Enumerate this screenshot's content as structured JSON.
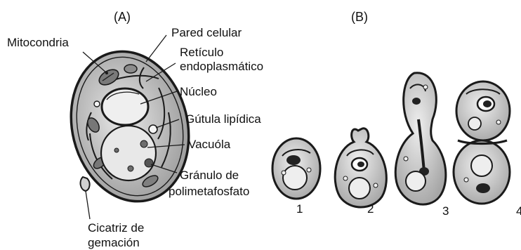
{
  "panels": {
    "a": "(A)",
    "b": "(B)"
  },
  "labels": {
    "mitocondria": "Mitocondria",
    "pared_celular": "Pared celular",
    "reticulo_1": "Retículo",
    "reticulo_2": "endoplasmático",
    "nucleo": "Núcleo",
    "gotula": "Gútula lipídica",
    "vacuola": "Vacuóla",
    "granulo_1": "Gránulo de",
    "granulo_2": "polimetafosfato",
    "cicatriz_1": "Cicatriz de",
    "cicatriz_2": "gemación"
  },
  "stages": [
    "1",
    "2",
    "3",
    "4"
  ]
}
